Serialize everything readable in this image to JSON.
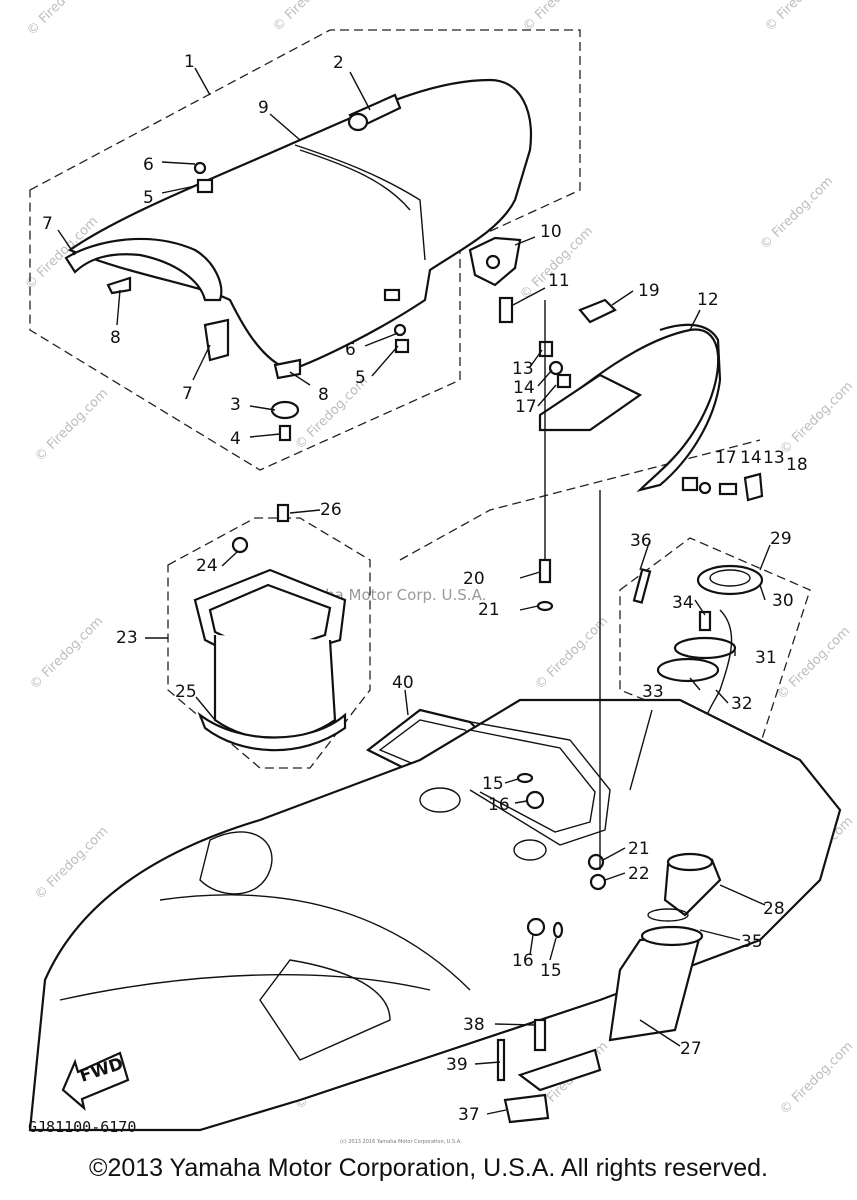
{
  "labels": [
    "1",
    "2",
    "3",
    "4",
    "5",
    "5",
    "6",
    "6",
    "7",
    "7",
    "8",
    "8",
    "9",
    "10",
    "11",
    "12",
    "13",
    "13",
    "14",
    "14",
    "15",
    "15",
    "16",
    "16",
    "17",
    "17",
    "18",
    "19",
    "20",
    "21",
    "21",
    "22",
    "23",
    "24",
    "25",
    "26",
    "27",
    "28",
    "29",
    "30",
    "31",
    "32",
    "33",
    "34",
    "35",
    "36",
    "37",
    "38",
    "39",
    "40"
  ],
  "arrow_text": "FWD",
  "diagram_code": "GJ81100-6170",
  "watermark_text": "© Firedog.com",
  "center_watermark": "Yamaha Motor Corp. U.S.A.",
  "tiny_copyright": "(c) 2013 2016 Yamaha Motor Corporation, U.S.A.",
  "copyright": "©2013 Yamaha Motor Corporation, U.S.A. All rights reserved."
}
